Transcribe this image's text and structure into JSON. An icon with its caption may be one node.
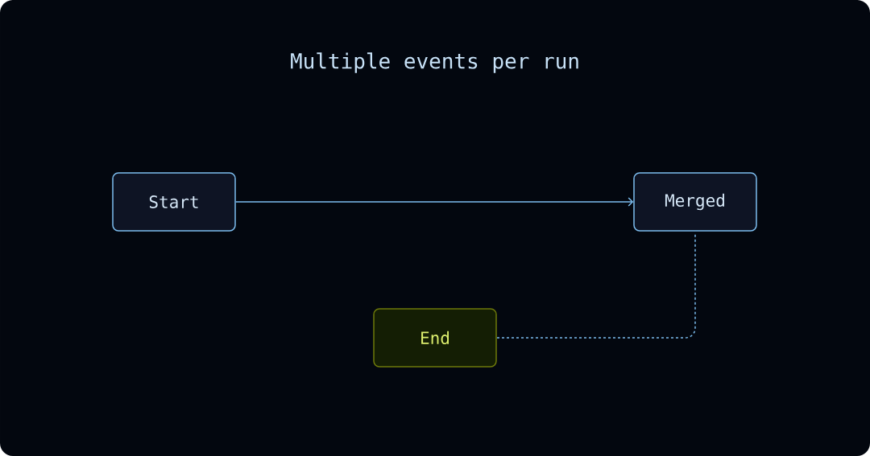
{
  "diagram": {
    "title": "Multiple events per run",
    "nodes": [
      {
        "text": [
          "Start"
        ]
      },
      {
        "text": [
          "Merged"
        ]
      },
      {
        "text": [
          "End"
        ]
      }
    ],
    "edges": [
      {
        "from": 0,
        "to": 1,
        "arrow": "to"
      },
      {
        "from": 1,
        "to": 2,
        "arrow": "none",
        "style": "dashed"
      }
    ]
  }
}
